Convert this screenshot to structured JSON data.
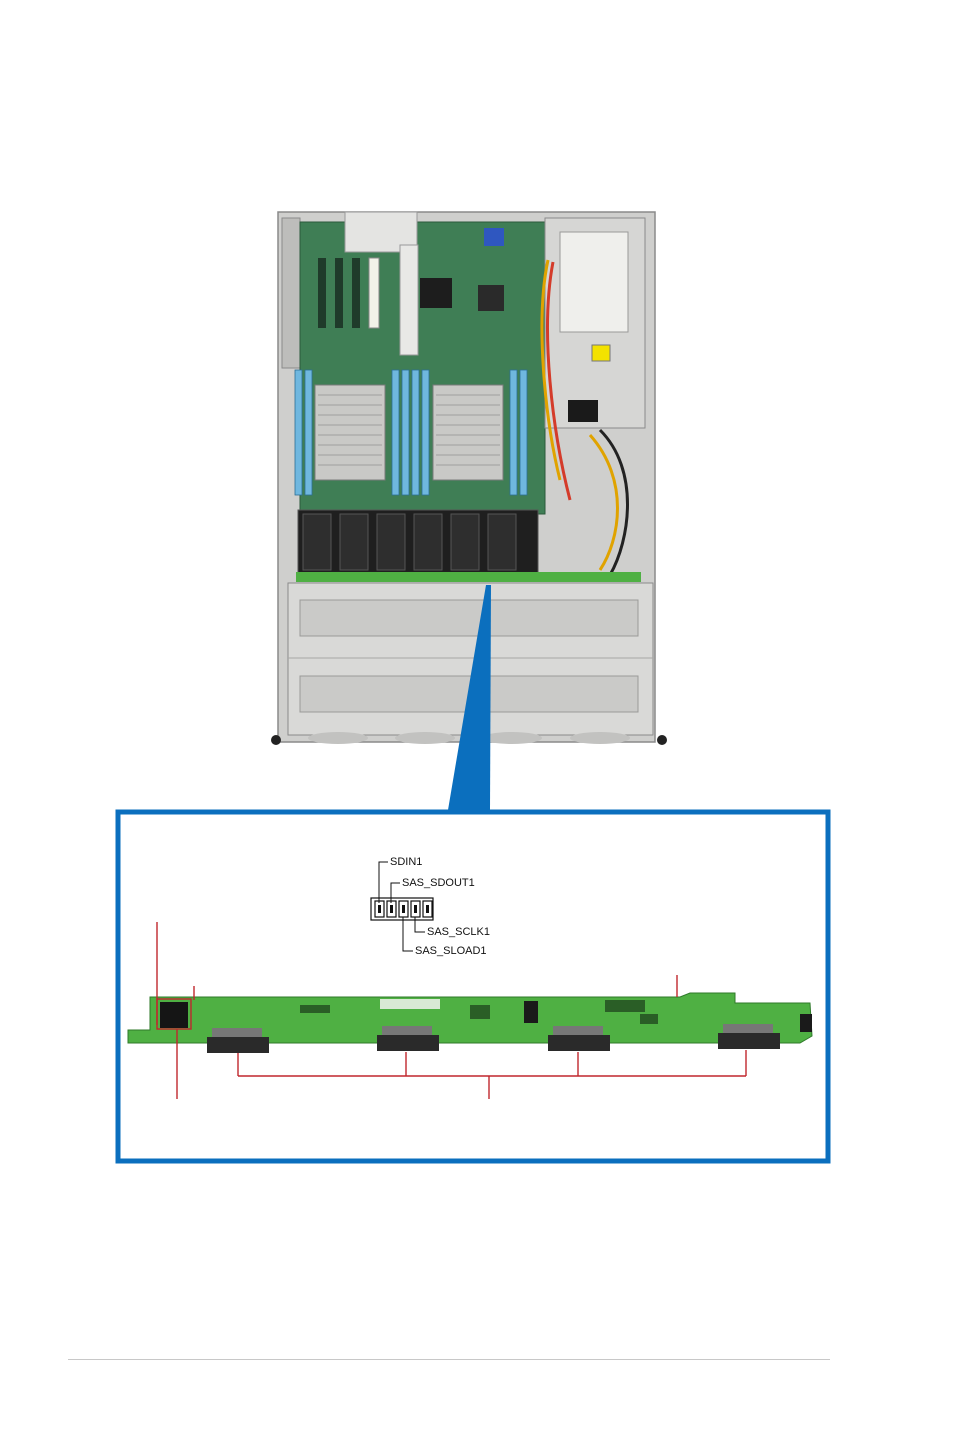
{
  "colors": {
    "callout_blue": "#0b6fbe",
    "leader_red": "#c0272d",
    "pcb_green": "#4fb043",
    "chassis_gray": "#d8d8d6",
    "motherboard_green": "#3f7e55"
  },
  "connector_pins": {
    "sdin": "SDIN1",
    "sdout": "SAS_SDOUT1",
    "sclk": "SAS_SCLK1",
    "sload": "SAS_SLOAD1"
  },
  "icons": {
    "server": "server-top-view-image",
    "backplane": "sata-backplane-board-image",
    "header": "sgpio-pin-header-icon"
  }
}
